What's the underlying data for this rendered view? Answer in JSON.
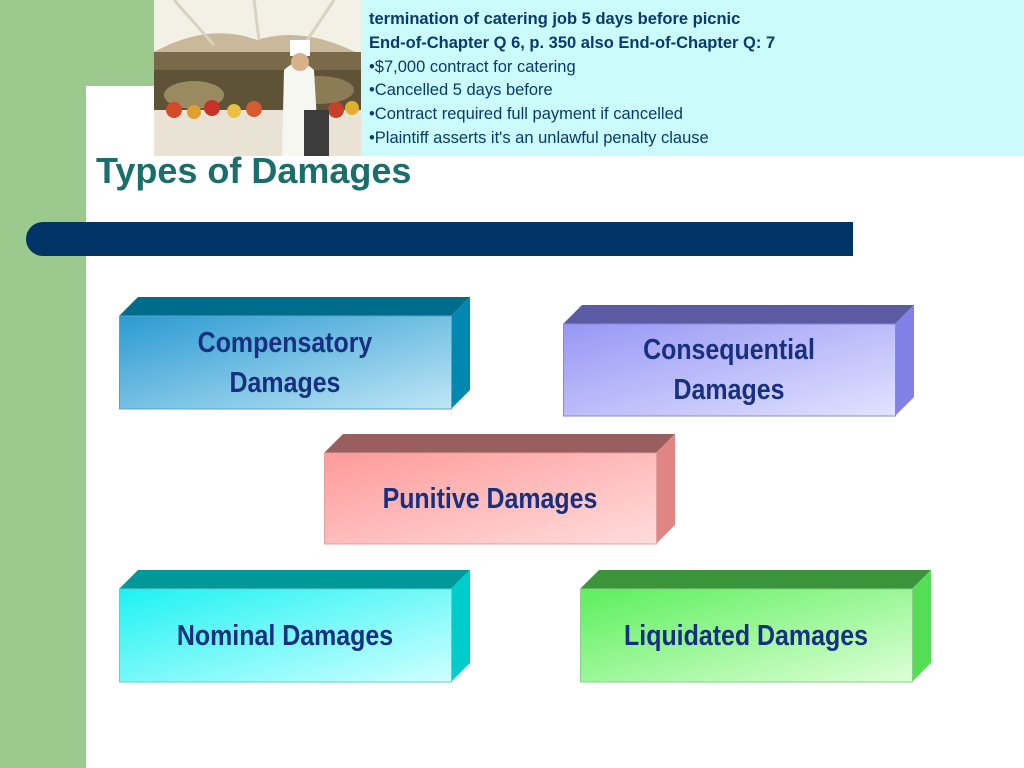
{
  "case_box": {
    "lines": [
      "termination of catering job 5 days before picnic",
      "End-of-Chapter Q 6, p. 350  also End-of-Chapter Q: 7",
      "•$7,000 contract for catering",
      "•Cancelled 5 days before",
      "•Contract required full payment if cancelled",
      "•Plaintiff asserts it's an unlawful penalty clause"
    ]
  },
  "title": "Types of Damages",
  "boxes": [
    {
      "label_lines": [
        "Compensatory",
        "Damages"
      ],
      "color": "#6cc0e0"
    },
    {
      "label_lines": [
        "Consequential",
        "Damages"
      ],
      "color": "#b0b0f8"
    },
    {
      "label_lines": [
        "Punitive Damages"
      ],
      "color": "#ffb2b2"
    },
    {
      "label_lines": [
        "Nominal Damages"
      ],
      "color": "#66ffff"
    },
    {
      "label_lines": [
        "Liquidated Damages"
      ],
      "color": "#8cf57a"
    }
  ],
  "colors": {
    "sidebar_green": "#9bc98e",
    "band_cyan": "#ccfbfb",
    "title_teal": "#1a6f6d",
    "bar_navy": "#003366",
    "label_navy": "#17307f"
  }
}
